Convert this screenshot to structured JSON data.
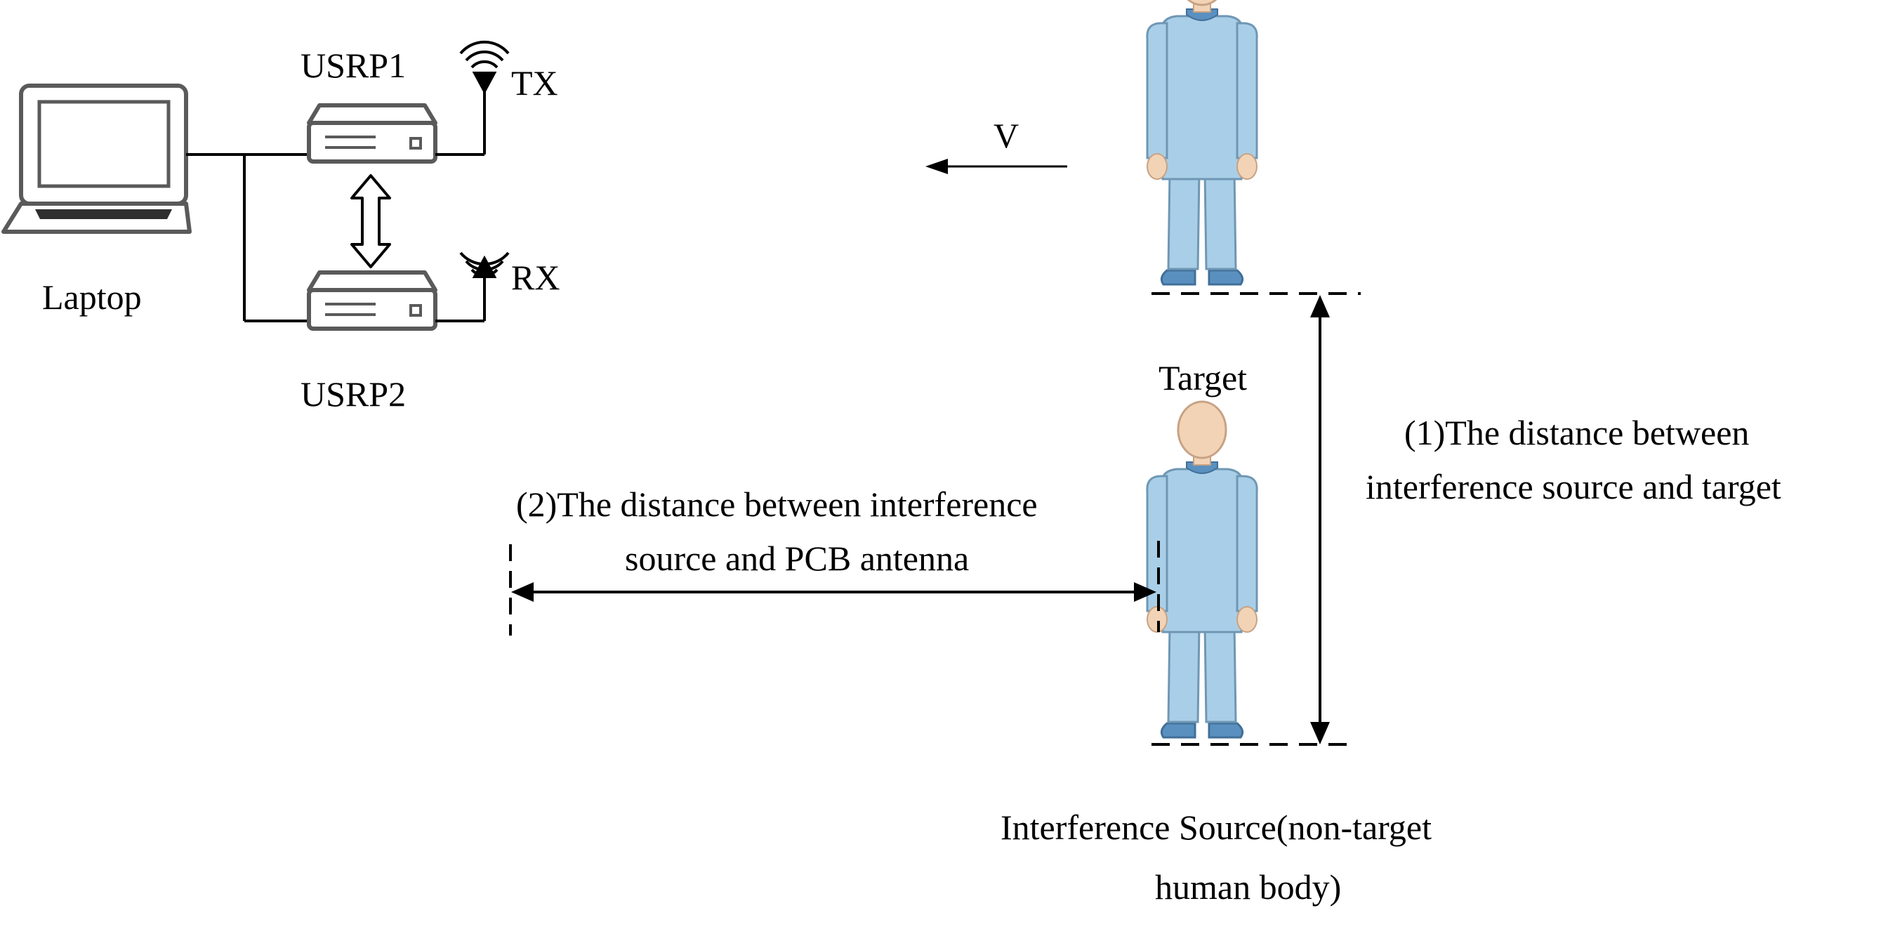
{
  "labels": {
    "laptop": "Laptop",
    "usrp1": "USRP1",
    "usrp2": "USRP2",
    "tx": "TX",
    "rx": "RX",
    "velocity": "V",
    "target": "Target",
    "distance1_line1": "(1)The distance between",
    "distance1_line2": "interference source and target",
    "distance2_line1": "(2)The distance between interference",
    "distance2_line2": "source and PCB antenna",
    "interference_line1": "Interference Source(non-target",
    "interference_line2": "human body)"
  },
  "colors": {
    "line": "#000000",
    "device_stroke": "#5a5a5a",
    "person_body": "#a9cfe8",
    "person_stroke": "#6f97b4",
    "person_skin": "#f2d3b6",
    "person_shoes": "#5a90bf"
  }
}
